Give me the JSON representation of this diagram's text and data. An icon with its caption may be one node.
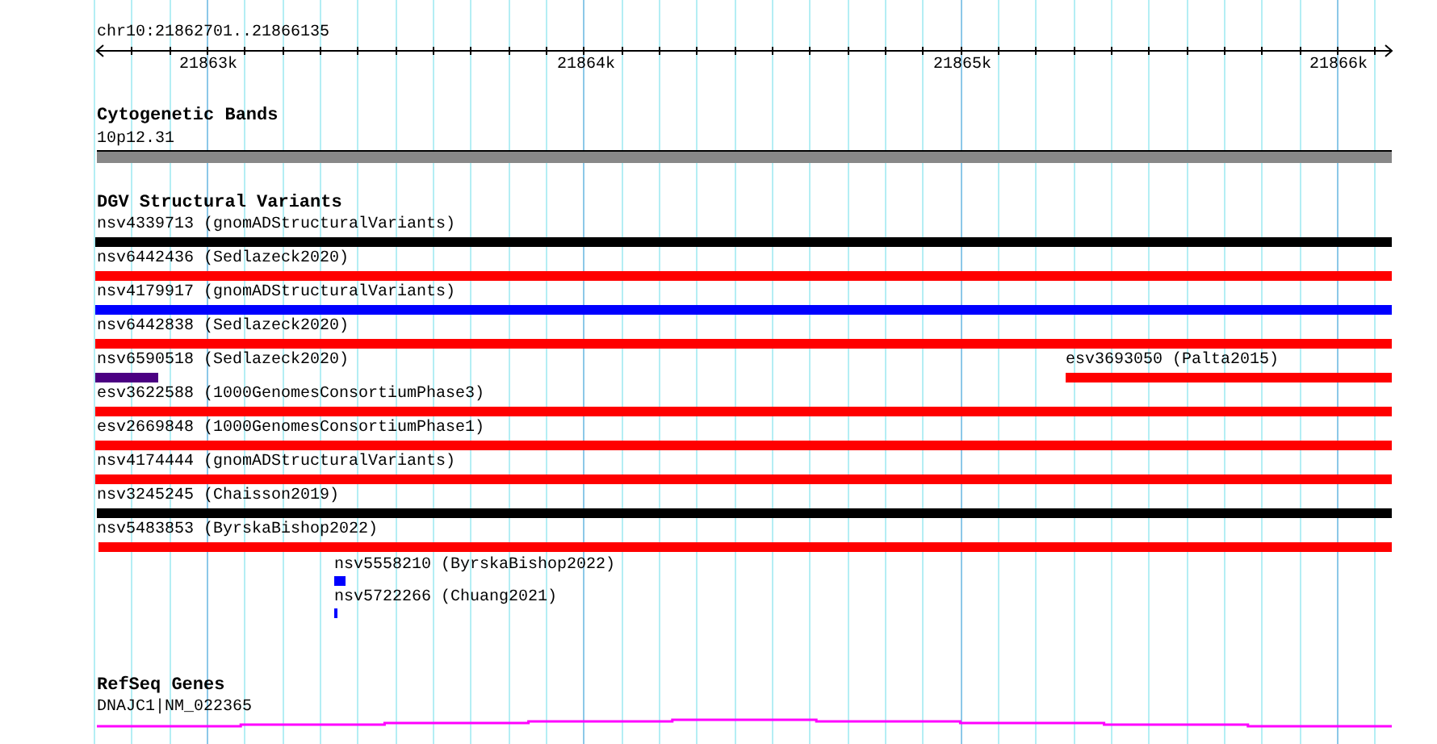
{
  "diagram": {
    "nodes": [
      {
        "text": [
          "10p12.31"
        ]
      },
      {
        "text": [
          "nsv4339713 (gnomADStructuralVariants)"
        ]
      },
      {
        "text": [
          "nsv6442436 (Sedlazeck2020)"
        ]
      },
      {
        "text": [
          "nsv4179917 (gnomADStructuralVariants)"
        ]
      },
      {
        "text": [
          "nsv6442838 (Sedlazeck2020)"
        ]
      },
      {
        "text": [
          "nsv6590518 (Sedlazeck2020)"
        ]
      },
      {
        "text": [
          "esv3693050 (Palta2015)"
        ]
      },
      {
        "text": [
          "esv3622588 (1000GenomesConsortiumPhase3)"
        ]
      },
      {
        "text": [
          "esv2669848 (1000GenomesConsortiumPhase1)"
        ]
      },
      {
        "text": [
          "nsv4174444 (gnomADStructuralVariants)"
        ]
      },
      {
        "text": [
          "nsv3245245 (Chaisson2019)"
        ]
      },
      {
        "text": [
          "nsv5483853 (ByrskaBishop2022)"
        ]
      },
      {
        "text": [
          "nsv5558210 (ByrskaBishop2022)"
        ]
      },
      {
        "text": [
          "nsv5722266 (Chuang2021)"
        ]
      },
      {
        "text": [
          "DNAJC1|NM_022365"
        ]
      }
    ],
    "labels": [
      "chr10:21862701..21866135",
      "21863k",
      "21864k",
      "21865k",
      "21866k",
      "Cytogenetic Bands",
      "DGV Structural Variants",
      "RefSeq Genes"
    ]
  }
}
